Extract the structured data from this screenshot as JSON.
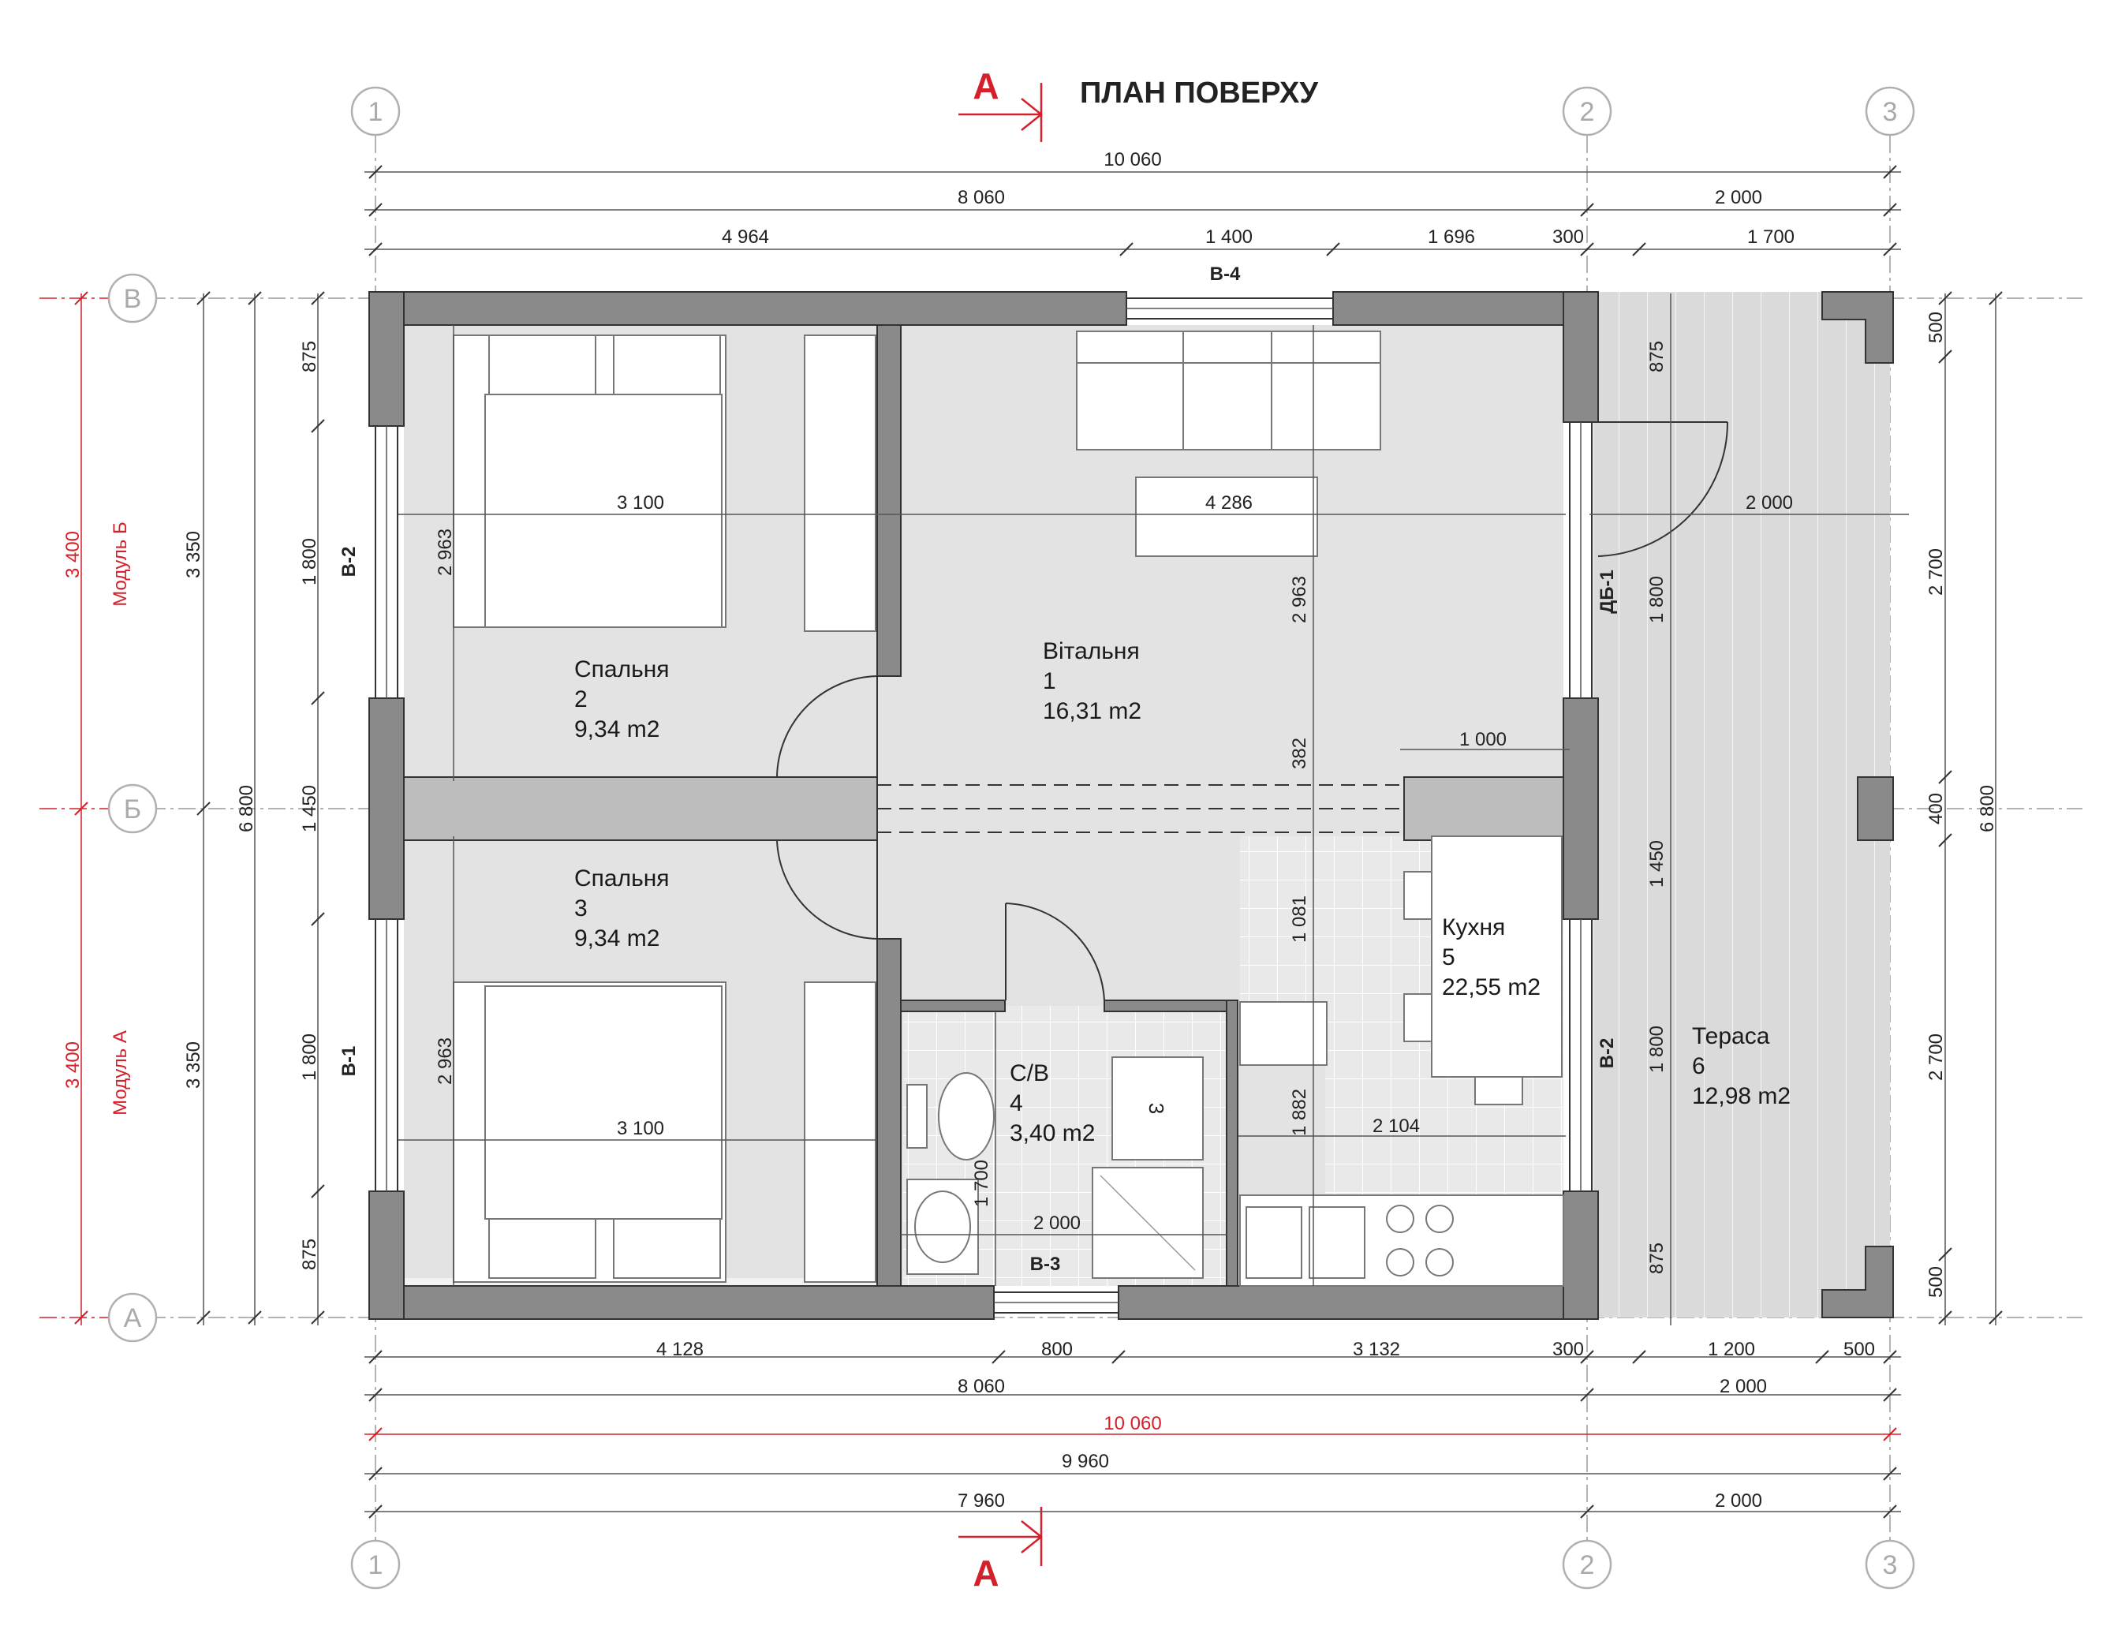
{
  "title": "ПЛАН ПОВЕРХУ",
  "section_mark": "А",
  "axes": {
    "cols": [
      "1",
      "2",
      "3"
    ],
    "rows": [
      "В",
      "Б",
      "А"
    ]
  },
  "rooms": [
    {
      "name": "Вітальня",
      "number": "1",
      "area": "16,31 m2"
    },
    {
      "name": "Спальня",
      "number": "2",
      "area": "9,34 m2"
    },
    {
      "name": "Спальня",
      "number": "3",
      "area": "9,34 m2"
    },
    {
      "name": "С/В",
      "number": "4",
      "area": "3,40 m2"
    },
    {
      "name": "Кухня",
      "number": "5",
      "area": "22,55 m2"
    },
    {
      "name": "Тераса",
      "number": "6",
      "area": "12,98 m2"
    }
  ],
  "openings": {
    "w4": "В-4",
    "w3": "В-3",
    "w2a": "В-2",
    "w2b": "В-2",
    "w1": "В-1",
    "door": "ДБ-1"
  },
  "modules": {
    "b": "Модуль Б",
    "a": "Модуль А"
  },
  "dims_top": {
    "total": "10 060",
    "left": "8 060",
    "right": "2 000",
    "s1": "4 964",
    "s2": "1 400",
    "s3": "1 696",
    "s4": "300",
    "s5": "1 700"
  },
  "dims_bottom": {
    "s1": "4 128",
    "s2": "800",
    "s3": "3 132",
    "s4": "300",
    "s5": "1 200",
    "s6": "500",
    "r2a": "8 060",
    "r2b": "2 000",
    "r3": "10 060",
    "r4": "9 960",
    "r5a": "7 960",
    "r5b": "2 000"
  },
  "dims_left": {
    "red1": "3 400",
    "red2": "3 400",
    "h1": "3 350",
    "h2": "3 350",
    "total": "6 800",
    "s1": "875",
    "s2": "1 800",
    "s3": "1 450",
    "s4": "1 800",
    "s5": "875"
  },
  "dims_right": {
    "s1": "500",
    "s2": "2 700",
    "s3": "400",
    "s4": "2 700",
    "s5": "500",
    "total": "6 800"
  },
  "dims_inner": {
    "bed2_w": "3 100",
    "bed3_w": "3 100",
    "living_w": "4 286",
    "terrace_w": "2 000",
    "bed2_h": "2 963",
    "bed3_h": "2 963",
    "living_h": "2 963",
    "d382": "382",
    "d1081": "1 081",
    "d1882": "1 882",
    "d2104": "2 104",
    "d1000": "1 000",
    "bath_w": "2 000",
    "bath_h": "1 700",
    "ter1": "875",
    "ter2": "1 800",
    "ter3": "1 450",
    "ter4": "1 800",
    "ter5": "875"
  },
  "washer_label": "3"
}
